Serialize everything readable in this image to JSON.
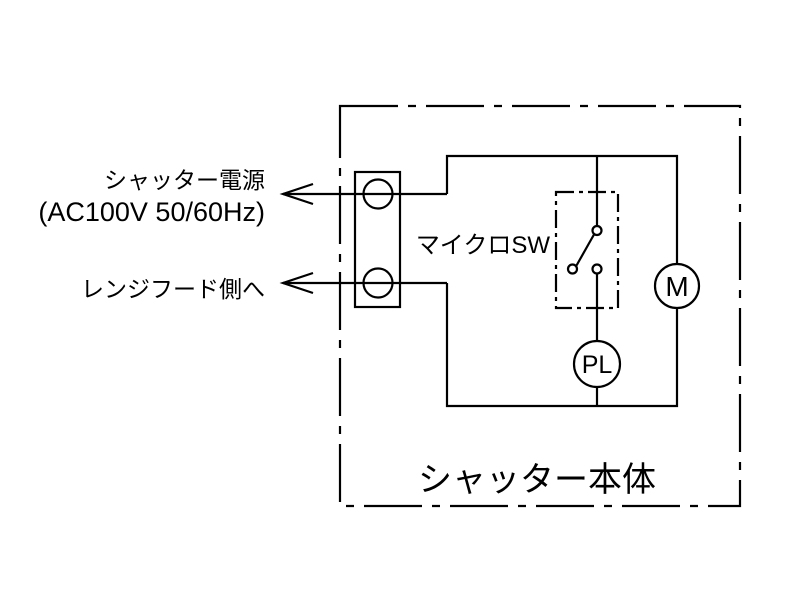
{
  "diagram": {
    "type": "wiring-diagram",
    "labels": {
      "power_line1": "シャッター電源",
      "power_line2": "(AC100V 50/60Hz)",
      "to_range_hood": "レンジフード側へ",
      "micro_switch": "マイクロSW",
      "motor": "M",
      "pilot_lamp": "PL",
      "unit_body": "シャッター本体"
    },
    "colors": {
      "line": "#000000",
      "background": "#ffffff"
    }
  }
}
